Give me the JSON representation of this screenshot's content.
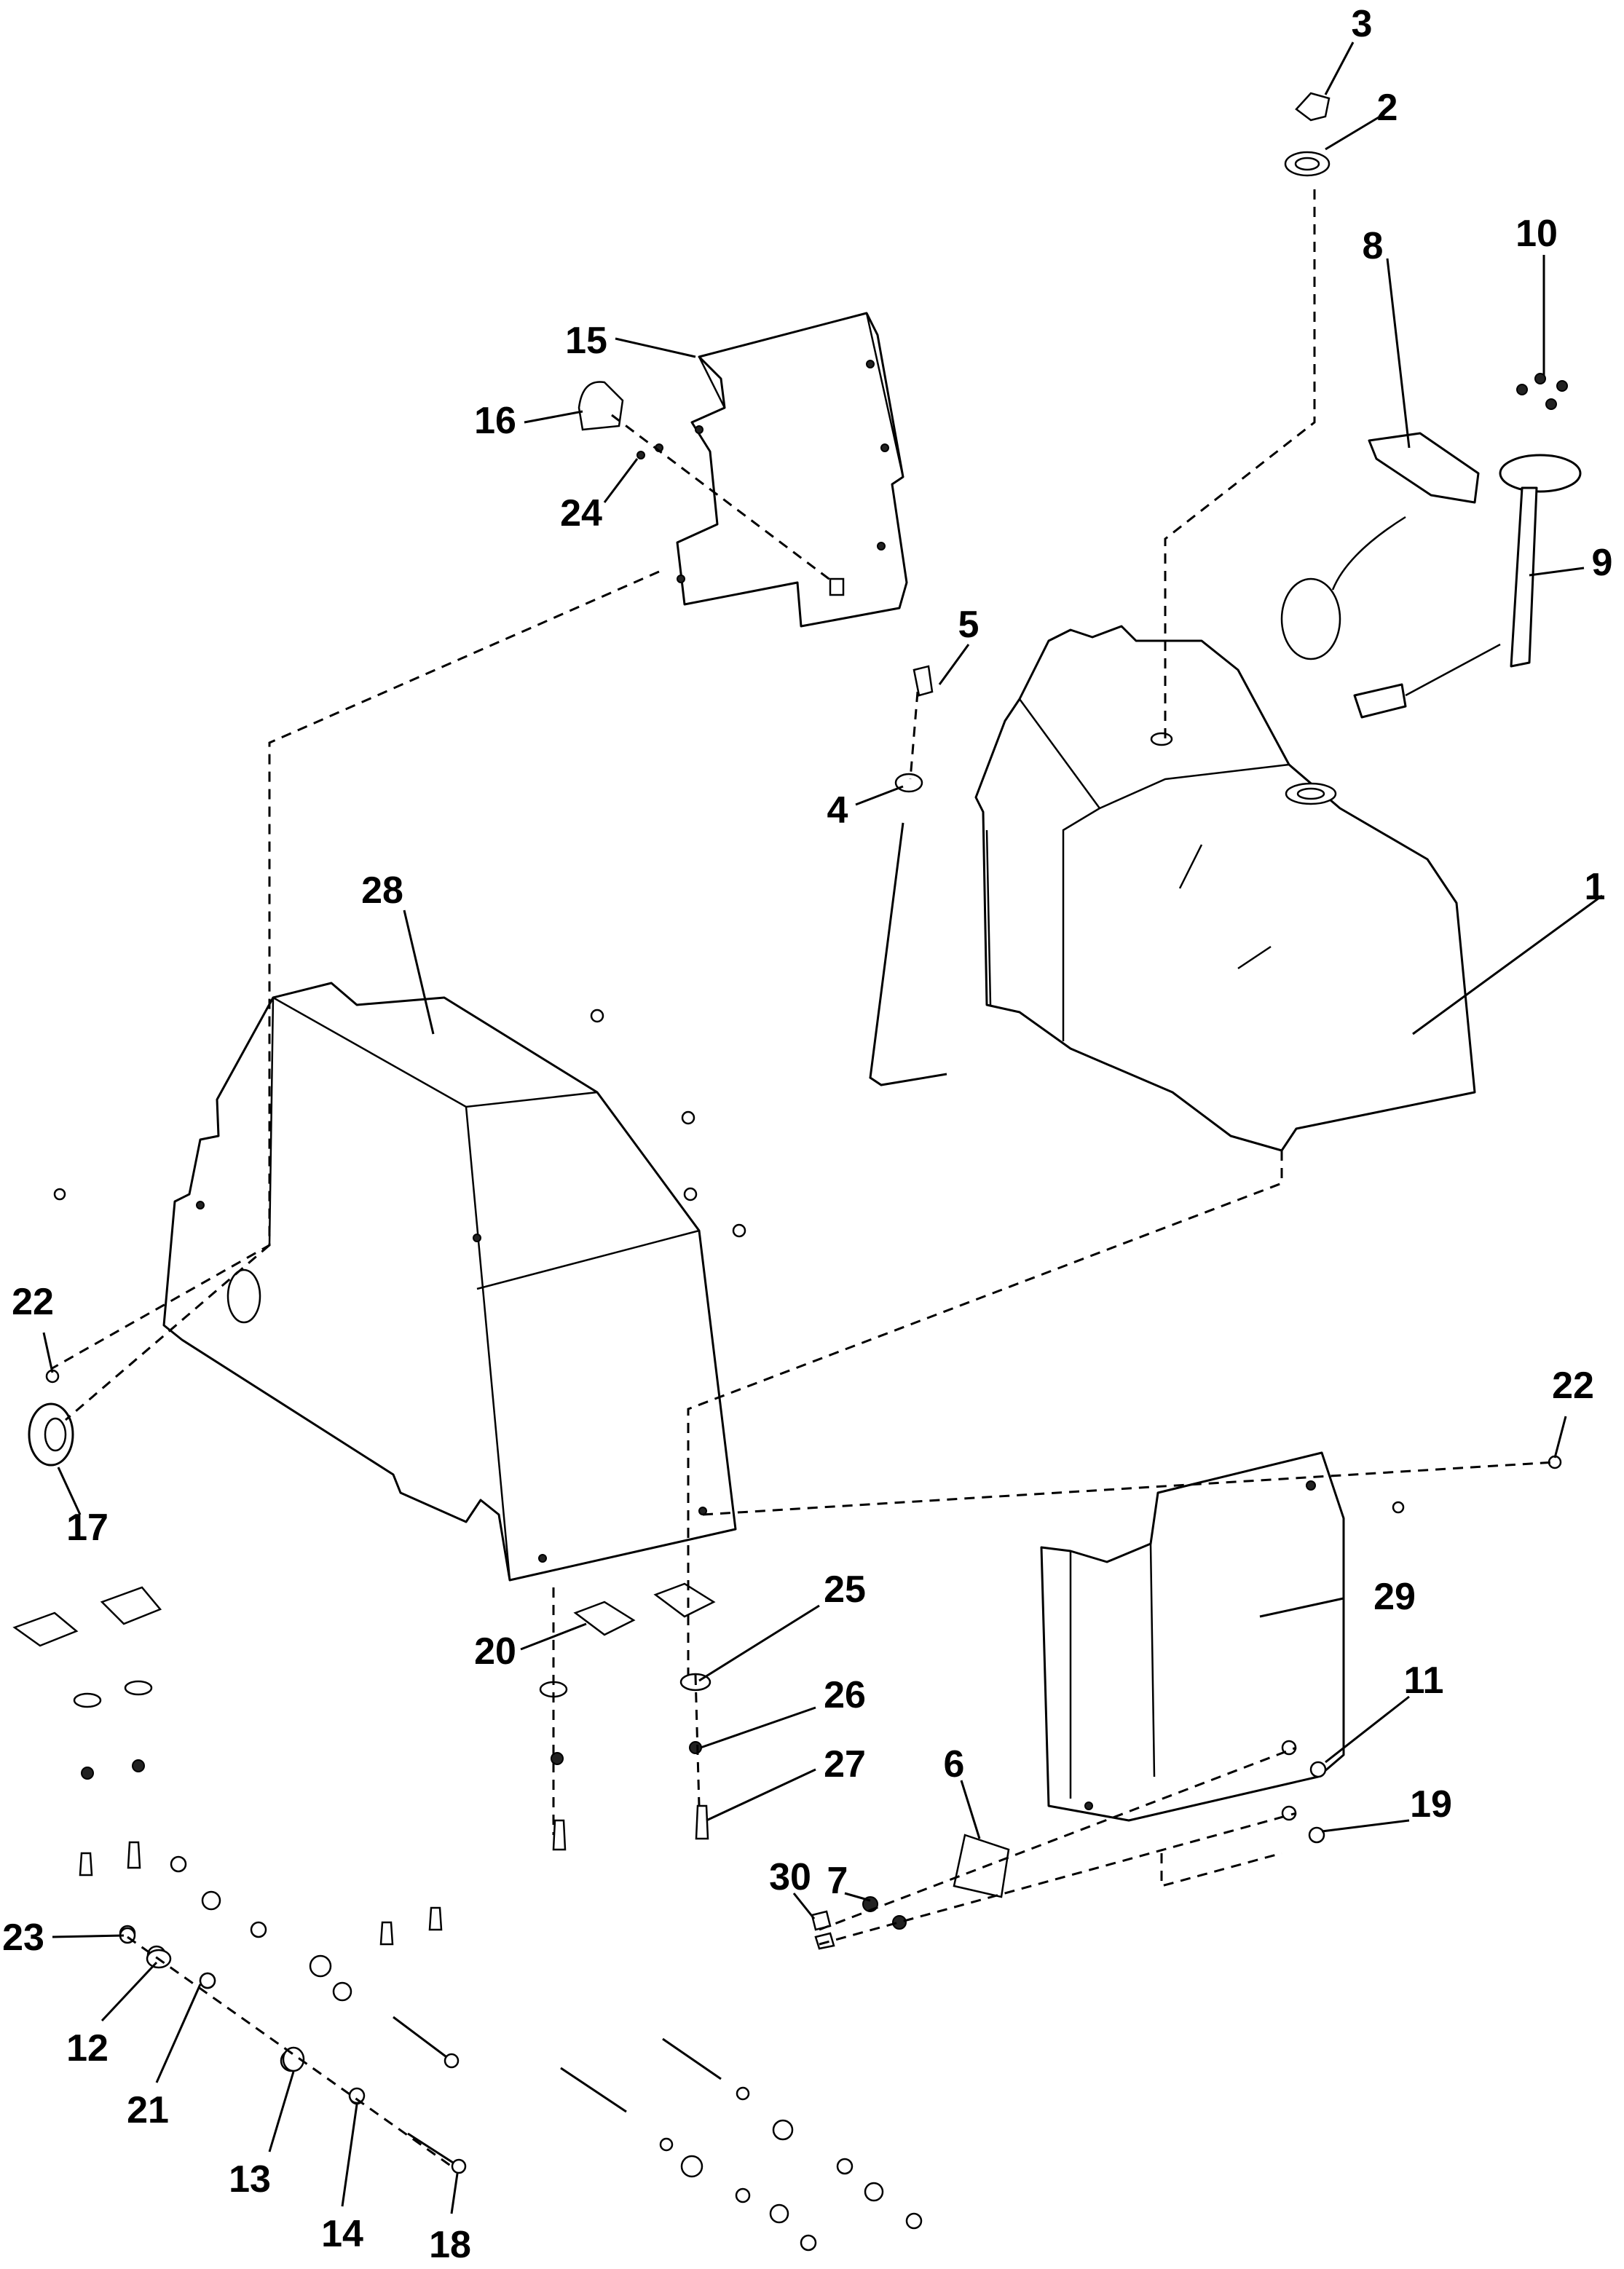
{
  "callouts": [
    {
      "label": "1"
    },
    {
      "label": "2"
    },
    {
      "label": "3"
    },
    {
      "label": "4"
    },
    {
      "label": "5"
    },
    {
      "label": "6"
    },
    {
      "label": "7"
    },
    {
      "label": "8"
    },
    {
      "label": "9"
    },
    {
      "label": "10"
    },
    {
      "label": "11"
    },
    {
      "label": "12"
    },
    {
      "label": "13"
    },
    {
      "label": "14"
    },
    {
      "label": "15"
    },
    {
      "label": "16"
    },
    {
      "label": "17"
    },
    {
      "label": "18"
    },
    {
      "label": "19"
    },
    {
      "label": "20"
    },
    {
      "label": "21"
    },
    {
      "label": "22"
    },
    {
      "label": "22"
    },
    {
      "label": "23"
    },
    {
      "label": "24"
    },
    {
      "label": "25"
    },
    {
      "label": "26"
    },
    {
      "label": "27"
    },
    {
      "label": "28"
    },
    {
      "label": "29"
    },
    {
      "label": "30"
    }
  ]
}
